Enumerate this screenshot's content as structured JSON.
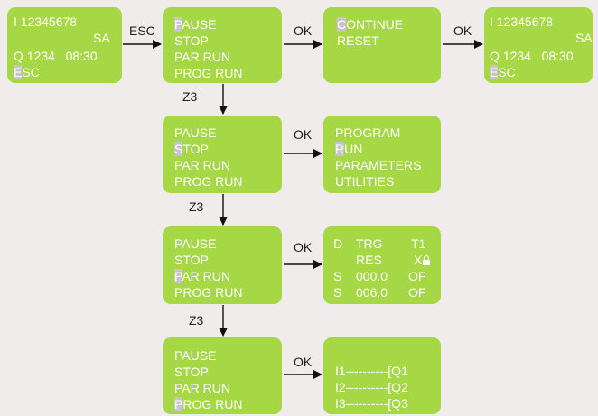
{
  "screens": {
    "status_1": {
      "line1": "I 12345678",
      "line2": "SA",
      "line3": "Q 1234   08:30",
      "line4_cursor": "E",
      "line4_rest": "SC"
    },
    "menu_pause": {
      "line1_cursor": "P",
      "line1_rest": "AUSE",
      "line2": "STOP",
      "line3": "PAR RUN",
      "line4": "PROG RUN"
    },
    "continue": {
      "line1_cursor": "C",
      "line1_rest": "ONTINUE",
      "line2": "RESET"
    },
    "status_2": {
      "line1": "I 12345678",
      "line2": "SA",
      "line3": "Q 1234   08:30",
      "line4_cursor": "E",
      "line4_rest": "SC"
    },
    "menu_stop": {
      "line1": "PAUSE",
      "line2_cursor": "S",
      "line2_rest": "TOP",
      "line3": "PAR RUN",
      "line4": "PROG RUN"
    },
    "program": {
      "line1": "PROGRAM",
      "line2_cursor": "R",
      "line2_rest": "UN",
      "line3": "PARAMETERS",
      "line4": "UTILITIES"
    },
    "menu_parrun": {
      "line1": "PAUSE",
      "line2": "STOP",
      "line3_cursor": "P",
      "line3_rest": "AR RUN",
      "line4": "PROG RUN"
    },
    "params": {
      "r1c1": "D",
      "r1c2": "TRG",
      "r1c3": "T1",
      "r2c2": "RES",
      "r2c3": "X",
      "r3c1": "S",
      "r3c2": "000.0",
      "r3c3": "OF",
      "r4c1": "S",
      "r4c2": "006.0",
      "r4c3": "OF"
    },
    "menu_progrun": {
      "line1": "PAUSE",
      "line2": "STOP",
      "line3": "PAR RUN",
      "line4_cursor": "P",
      "line4_rest": "ROG RUN"
    },
    "ladder": {
      "line1": "I1----------[Q1",
      "line2": "I2----------[Q2",
      "line3": "I3----------[Q3"
    }
  },
  "arrows": {
    "esc": "ESC",
    "ok_1": "OK",
    "ok_2": "OK",
    "ok_3": "OK",
    "ok_4": "OK",
    "ok_5": "OK",
    "z3_1": "Z3",
    "z3_2": "Z3",
    "z3_3": "Z3"
  }
}
